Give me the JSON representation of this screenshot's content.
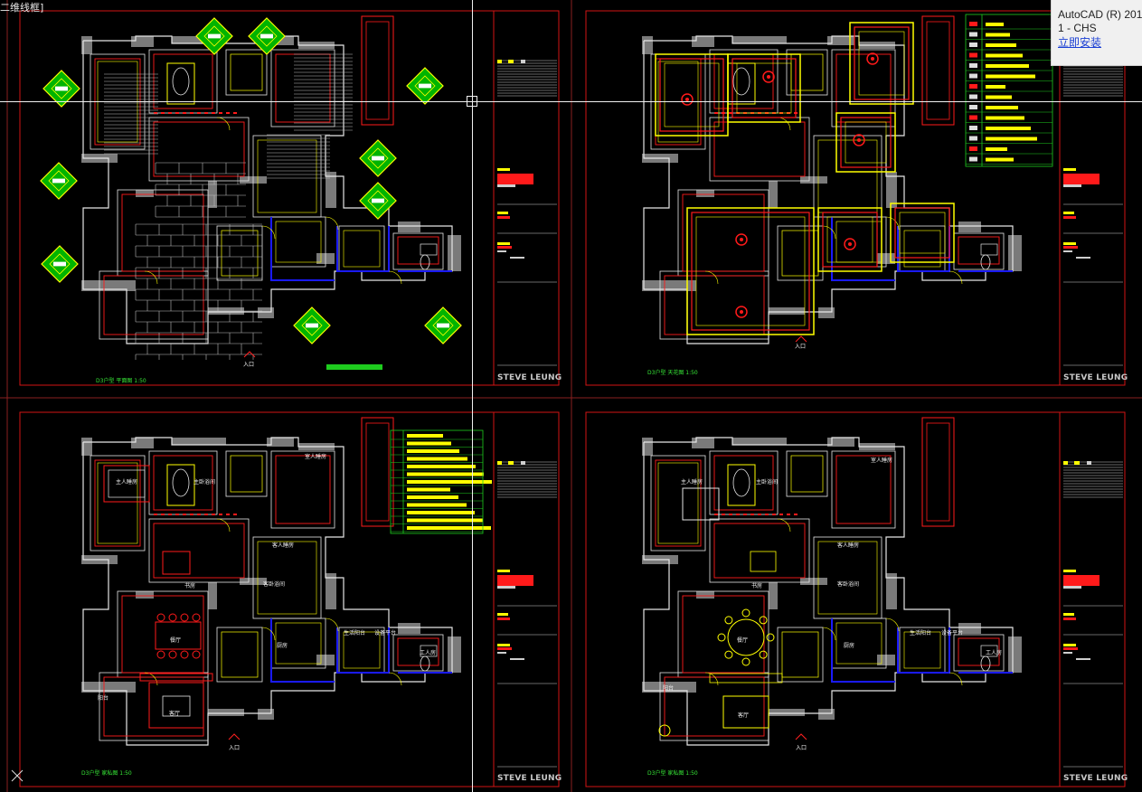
{
  "viewport": {
    "label": "二维线框]"
  },
  "notification": {
    "line1": "AutoCAD (R) 201",
    "line2": "1 - CHS",
    "link": "立即安装"
  },
  "sheets": [
    {
      "footer": "STEVE LEUNG",
      "plan_title": "D3户型 平面图 1:50"
    },
    {
      "footer": "STEVE LEUNG",
      "plan_title": "D3户型 天花图 1:50"
    },
    {
      "footer": "STEVE LEUNG",
      "plan_title": "D3户型 家私图 1:50"
    },
    {
      "footer": "STEVE LEUNG",
      "plan_title": "D3户型 家私图 1:50"
    }
  ],
  "room_labels": {
    "entrance": "入口",
    "master_bedroom": "主人睡房",
    "master_bath": "主卧浴间",
    "child_bedroom": "室人睡房",
    "study": "书房",
    "dining": "餐厅",
    "living": "客厅",
    "kitchen": "厨房",
    "guest_bath": "客卧浴间",
    "service_balcony": "生活阳台",
    "equipment_platform": "设备平台",
    "maid_room": "工人房",
    "balcony": "阳台",
    "guest_bedroom": "客人睡房"
  },
  "colors": {
    "background": "#000000",
    "wall_white": "#e6e6e6",
    "red": "#ff1a1a",
    "yellow": "#ffff00",
    "green": "#00ff00",
    "blue": "#1a1aff",
    "magenta": "#ff00ff",
    "gray": "#7a7a7a"
  }
}
